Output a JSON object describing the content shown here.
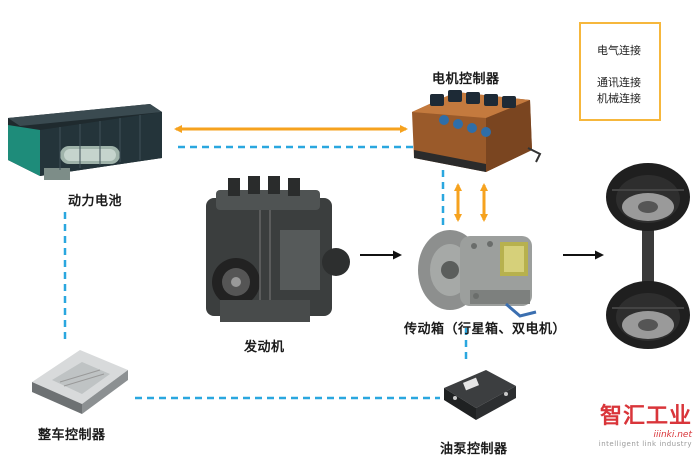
{
  "legend": {
    "electrical": "电气连接",
    "communication": "通讯连接",
    "mechanical": "机械连接"
  },
  "components": {
    "battery": "动力电池",
    "motor_controller": "电机控制器",
    "engine": "发动机",
    "transmission": "传动箱（行星箱、双电机）",
    "vehicle_controller": "整车控制器",
    "oil_pump_controller": "油泵控制器"
  },
  "watermark": {
    "brand": "智汇工业",
    "site": "iiinki.net",
    "tagline": "intelligent link industry"
  },
  "colors": {
    "electrical": "#f6a21e",
    "communication": "#2aa7df",
    "mechanical": "#111111"
  }
}
